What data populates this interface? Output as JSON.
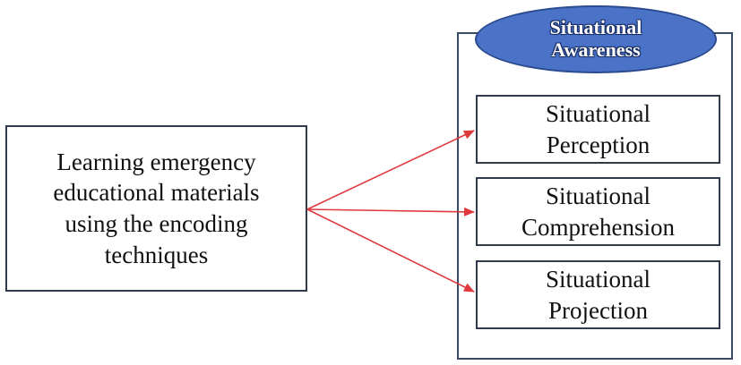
{
  "source": {
    "lines": [
      "Learning emergency",
      "educational materials",
      "using the encoding",
      "techniques"
    ]
  },
  "container": {
    "title_lines": [
      "Situational",
      "Awareness"
    ]
  },
  "levels": [
    {
      "lines": [
        "Situational",
        "Perception"
      ]
    },
    {
      "lines": [
        "Situational",
        "Comprehension"
      ]
    },
    {
      "lines": [
        "Situational",
        "Projection"
      ]
    }
  ],
  "colors": {
    "arrow": "#e0393e",
    "ellipse_fill": "#4a73c8",
    "box_border": "#2f3a4a"
  }
}
